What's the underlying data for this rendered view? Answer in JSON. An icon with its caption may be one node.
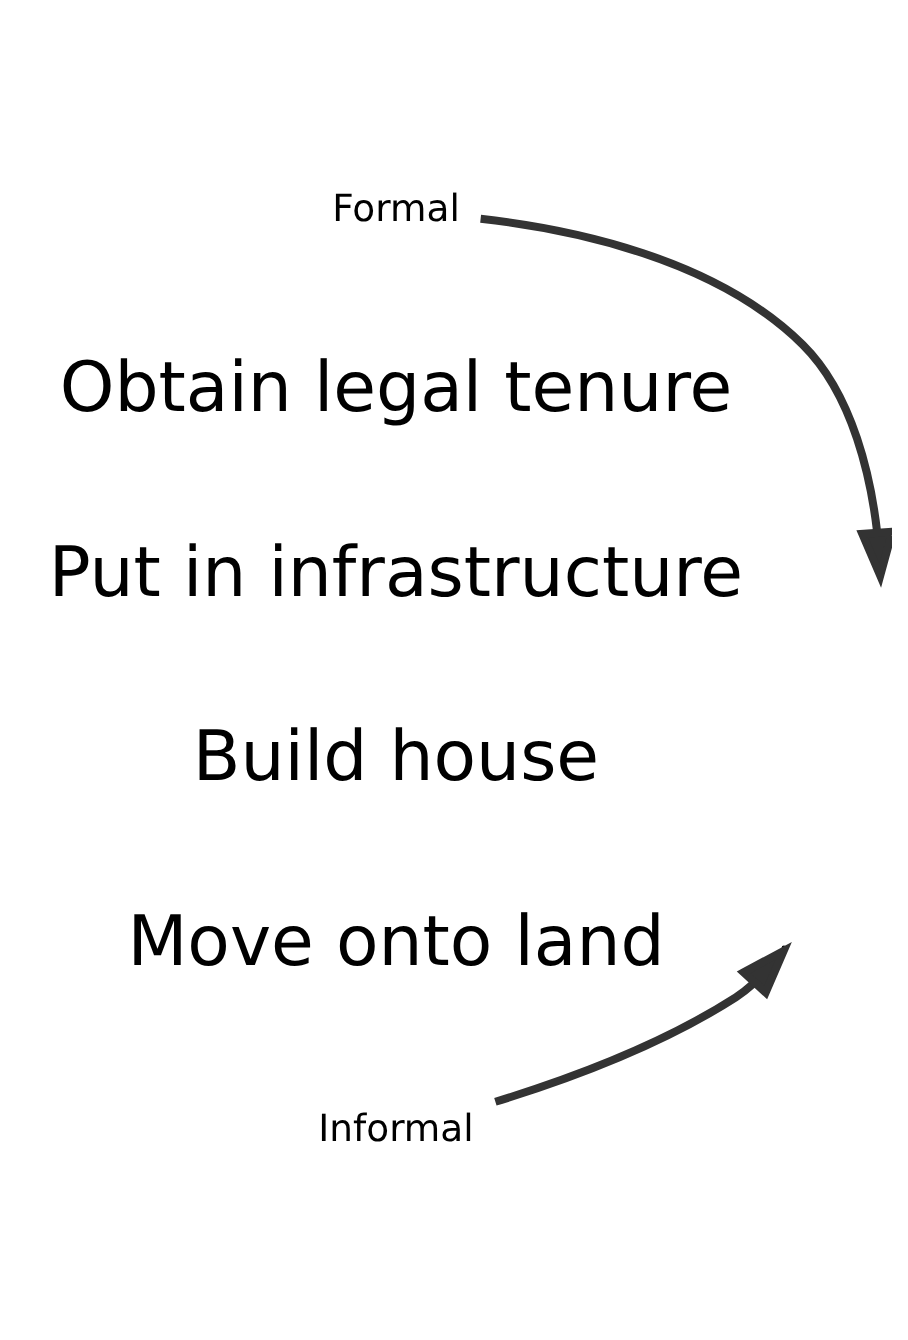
{
  "diagram": {
    "nodes": [
      {
        "text": [
          "Formal"
        ]
      },
      {
        "text": [
          "Informal"
        ]
      }
    ],
    "edges": [
      {
        "from": 0,
        "to": null,
        "arrow": "to"
      },
      {
        "from": 1,
        "to": null,
        "arrow": "to"
      }
    ],
    "labels": [
      "Obtain legal tenure",
      "Put in infrastructure",
      "Build house",
      "Move onto land"
    ]
  }
}
